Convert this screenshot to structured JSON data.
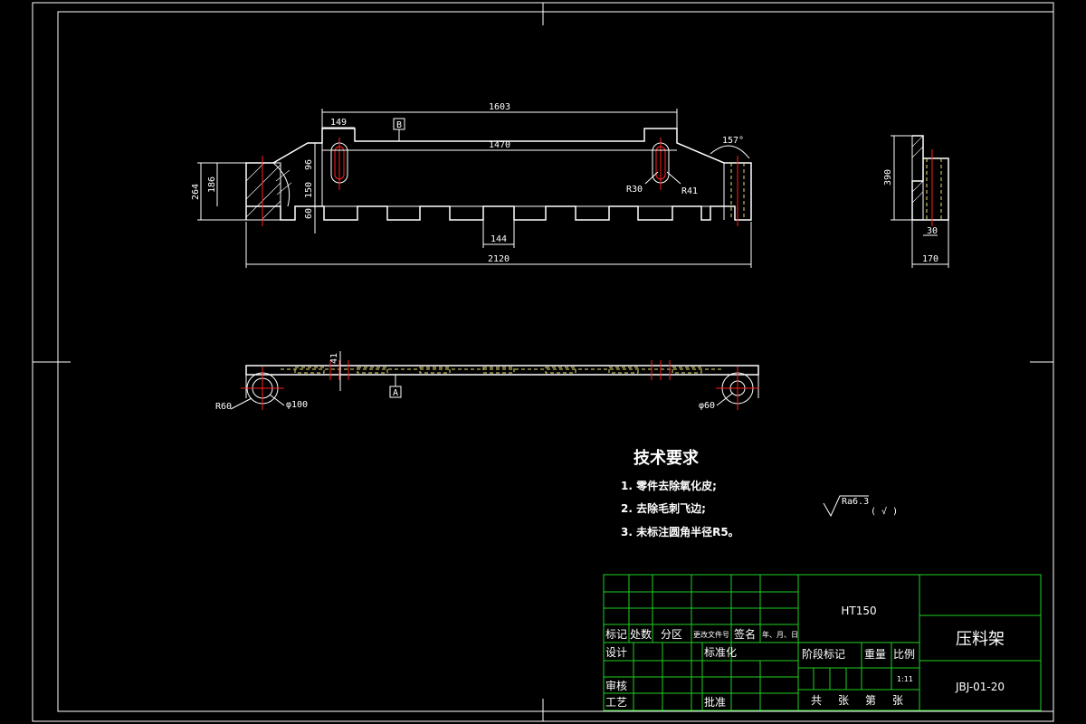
{
  "drawing": {
    "part_name": "压料架",
    "material": "HT150",
    "drawing_number": "JBJ-01-20",
    "scale": "1:11",
    "datum_labels": {
      "top": "B",
      "bottom": "A"
    }
  },
  "dimensions": {
    "front": {
      "overall_length": "2120",
      "top_length": "1603",
      "inner_length": "1470",
      "left_offset": "149",
      "height_total": "264",
      "height_inner": "186",
      "slot_height": "96",
      "slot_to_bottom": "150",
      "foot_height": "60",
      "foot_width": "144",
      "slot_radius_inner": "R30",
      "slot_radius_outer": "R41",
      "chamfer_angle": "157°"
    },
    "side": {
      "height": "390",
      "web": "30",
      "width": "170"
    },
    "top": {
      "thickness": "41",
      "radius": "R60",
      "bore_left": "φ100",
      "bore_right": "φ60"
    }
  },
  "technical_requirements": {
    "title": "技术要求",
    "items": [
      "1. 零件去除氧化皮;",
      "2. 去除毛刺飞边;",
      "3. 未标注圆角半径R5。"
    ]
  },
  "surface_finish": {
    "symbol_value": "Ra6.3",
    "rest": "( √ )"
  },
  "title_block": {
    "headers": [
      "标记",
      "处数",
      "分区",
      "更改文件号",
      "签名",
      "年、月、日"
    ],
    "row_design": [
      "设计",
      "标准化"
    ],
    "stage_headers": [
      "阶段标记",
      "重量",
      "比例"
    ],
    "row_review": "审核",
    "row_process": [
      "工艺",
      "批准"
    ],
    "sheet_info": [
      "共",
      "张",
      "第",
      "张"
    ]
  }
}
